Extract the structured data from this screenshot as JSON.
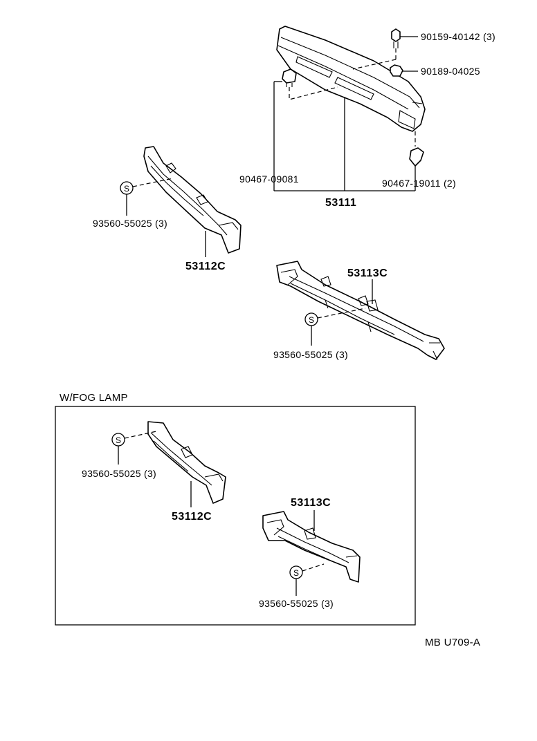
{
  "colors": {
    "line": "#000000",
    "background": "#ffffff"
  },
  "labels": {
    "bolt_top": "90159-40142 (3)",
    "clip_top": "90189-04025",
    "clip_left": "90467-09081",
    "clip_right": "90467-19011 (2)",
    "retainer": "53111",
    "screw_a": "93560-55025 (3)",
    "bracket_left": "53112C",
    "bracket_right": "53113C",
    "screw_b": "93560-55025 (3)",
    "fog_title": "W/FOG LAMP",
    "screw_c": "93560-55025 (3)",
    "bracket_left_fog": "53112C",
    "bracket_right_fog": "53113C",
    "screw_d": "93560-55025 (3)",
    "diagram_code": "MB U709-A"
  },
  "symbols": {
    "screw_marker": "S"
  }
}
